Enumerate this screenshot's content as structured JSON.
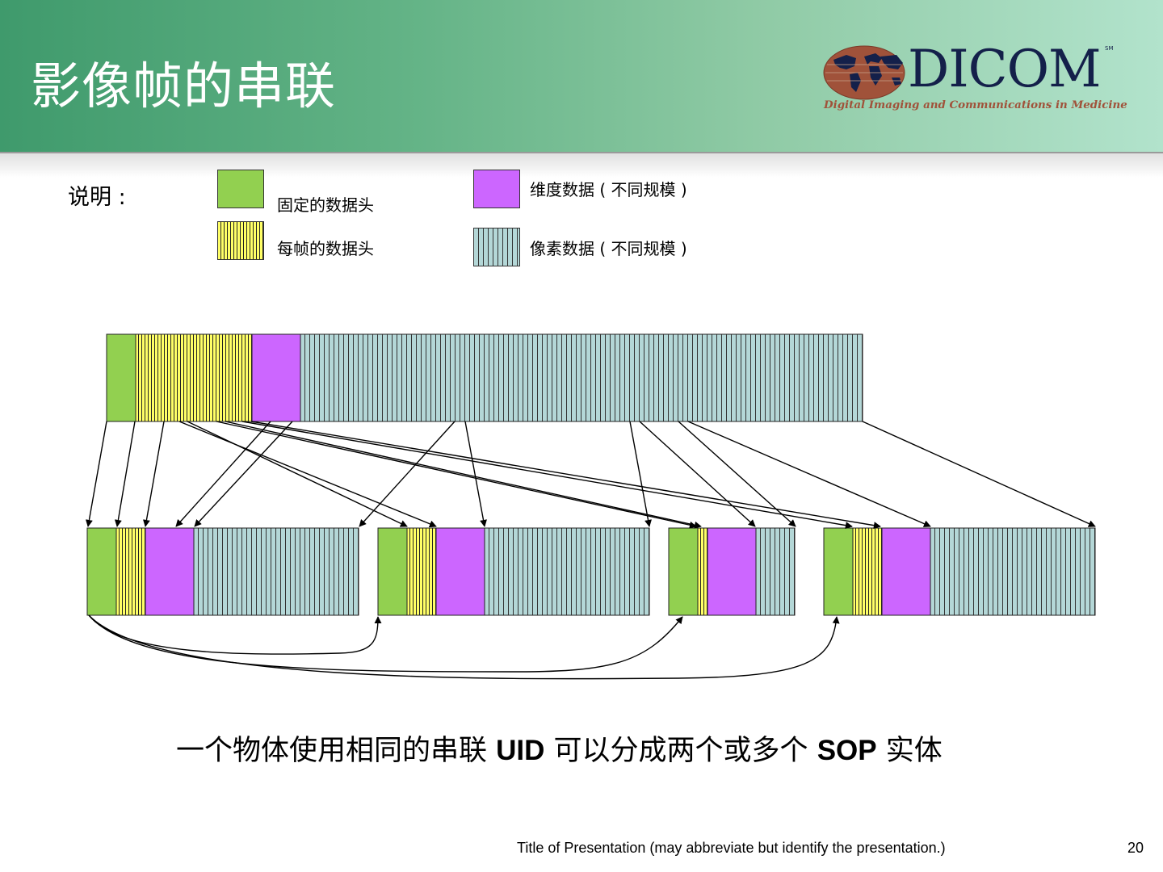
{
  "header": {
    "title": "影像帧的串联",
    "logo_text": "DICOM",
    "logo_sm": "SM",
    "logo_tagline": "Digital Imaging and Communications in Medicine"
  },
  "legend": {
    "title": "说明 :",
    "items": [
      {
        "label": "固定的数据头",
        "pattern": "fixed"
      },
      {
        "label": "维度数据 ( 不同规模 )",
        "pattern": "dim"
      },
      {
        "label": "每帧的数据头",
        "pattern": "frame"
      },
      {
        "label": "像素数据 ( 不同规模 )",
        "pattern": "pixel"
      }
    ]
  },
  "colors": {
    "fixed_header": "#92d050",
    "per_frame_header": "#ffff66",
    "dimension_data": "#cc66ff",
    "pixel_data": "#b4d7d7",
    "header_gradient_start": "#3f9a6c",
    "header_gradient_end": "#b2e3cc"
  },
  "caption": {
    "part1": "一个物体使用相同的串联 ",
    "uid": "UID",
    "part2": " 可以分成两个或多个 ",
    "sop": "SOP",
    "part3": " 实体"
  },
  "footer": {
    "presentation_title": "Title of Presentation (may abbreviate but identify the presentation.)",
    "page_number": "20"
  }
}
